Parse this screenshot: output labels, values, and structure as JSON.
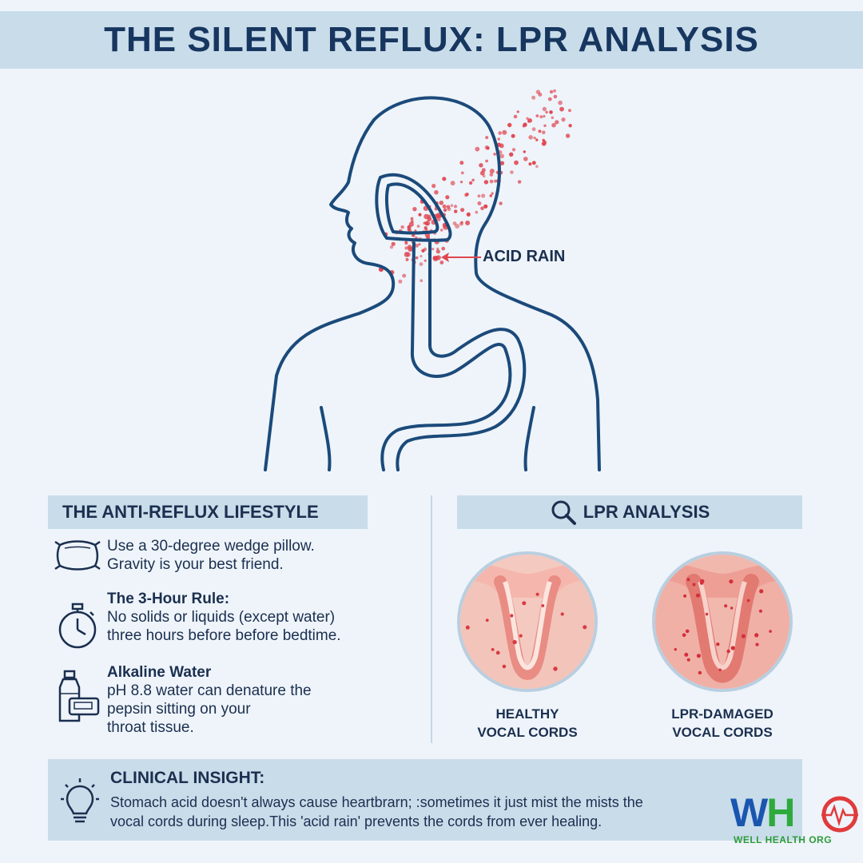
{
  "title": "THE SILENT REFLUX: LPR ANALYSIS",
  "hero": {
    "acid_label": "ACID RAIN"
  },
  "lifestyle": {
    "heading": "THE ANTI-REFLUX LIFESTYLE",
    "tips": [
      {
        "icon": "pillow-icon",
        "title": "",
        "line1": "Use a 30-degree wedge pillow.",
        "line2": "Gravity is your best friend."
      },
      {
        "icon": "stopwatch-icon",
        "title": "The 3-Hour Rule:",
        "line1": "No solids or liquids (except water)",
        "line2": "three hours before before bedtime."
      },
      {
        "icon": "water-bottle-icon",
        "title": "Alkaline Water",
        "line1": "pH 8.8 water can denature the",
        "line2": "pepsin sitting on your",
        "line3": "throat tissue."
      }
    ]
  },
  "analysis": {
    "heading": "LPR ANALYSIS",
    "healthy": {
      "line1": "HEALTHY",
      "line2": "VOCAL CORDS"
    },
    "damaged": {
      "line1": "LPR-DAMAGED",
      "line2": "VOCAL CORDS"
    }
  },
  "insight": {
    "title": "CLINICAL INSIGHT:",
    "line1": "Stomach acid doesn't always cause heartbrarn; :sometimes it just mist the mists the",
    "line2": "vocal cords during sleep.This 'acid rain' prevents the cords from ever healing."
  },
  "logo": {
    "letters_w": "W",
    "letters_h": "H",
    "subtitle": "WELL HEALTH ORG"
  },
  "colors": {
    "outline": "#1b4a7a",
    "acid": "#e0454f",
    "panel": "#c9dcea",
    "background": "#eef4fa"
  }
}
